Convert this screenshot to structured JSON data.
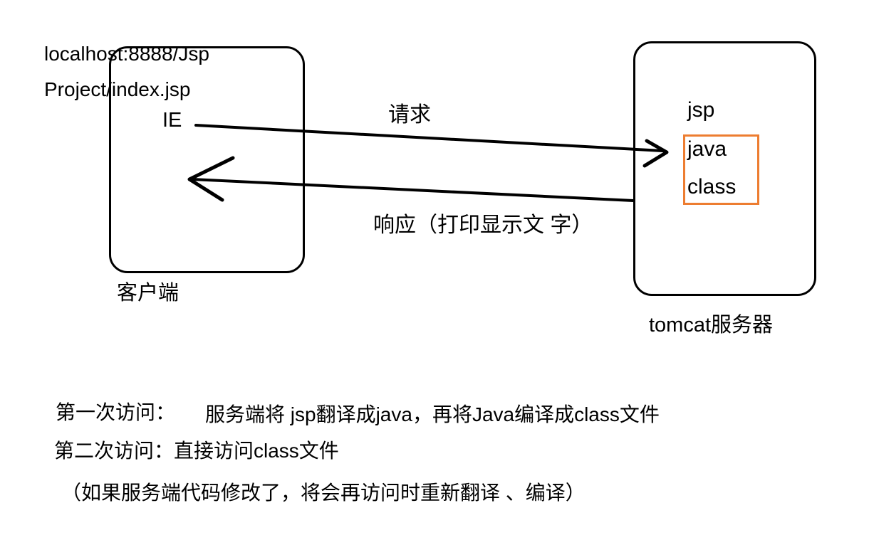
{
  "diagram": {
    "client": {
      "url_line_1": "localhost:8888/Jsp",
      "url_line_2": "Project/index.jsp",
      "browser_label": "IE",
      "caption": "客户端"
    },
    "server": {
      "caption": "tomcat服务器",
      "items": {
        "jsp": "jsp",
        "java": "java",
        "class": "class"
      },
      "highlight_color": "#ED7D31"
    },
    "arrows": {
      "request_label": "请求",
      "response_label": "响应（打印显示文 字）"
    },
    "notes": {
      "line1_label": "第一次访问：",
      "line1_body": "服务端将 jsp翻译成java，再将Java编译成class文件",
      "line2": "第二次访问：直接访问class文件",
      "line3": "（如果服务端代码修改了，将会再访问时重新翻译 、编译）"
    },
    "colors": {
      "stroke": "#000000",
      "accent": "#ED7D31",
      "background": "#FFFFFF"
    }
  }
}
